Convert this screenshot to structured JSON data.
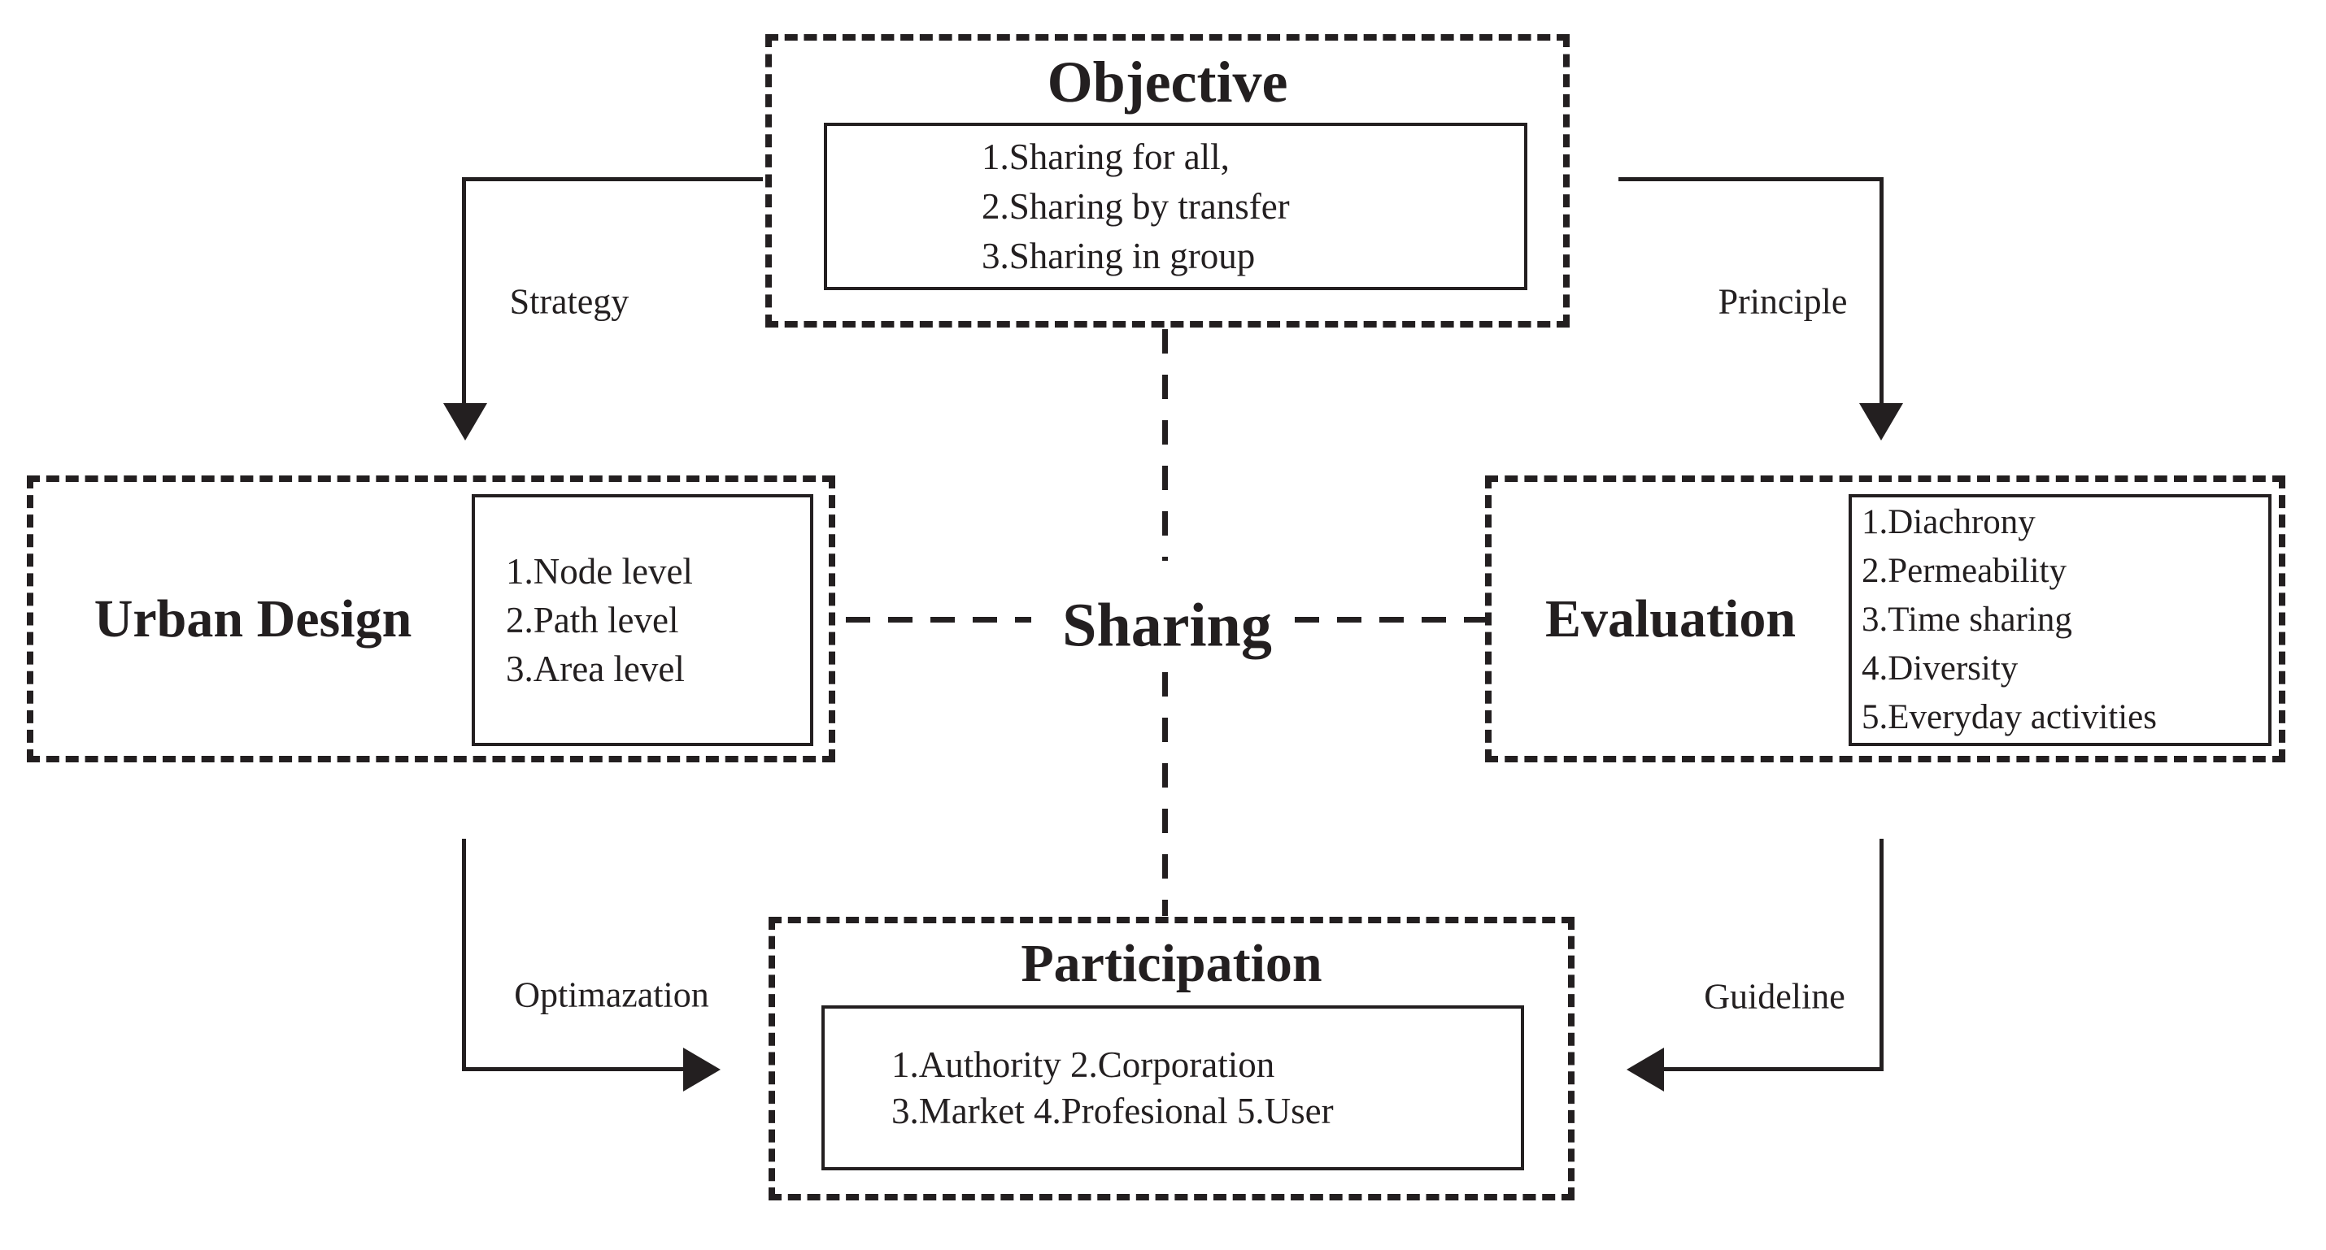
{
  "diagram": {
    "center_label": "Sharing",
    "boxes": {
      "objective": {
        "title": "Objective",
        "items": [
          "1.Sharing for all,",
          "2.Sharing by transfer",
          "3.Sharing in group"
        ]
      },
      "urban_design": {
        "title": "Urban Design",
        "items": [
          "1.Node level",
          "2.Path level",
          "3.Area level"
        ]
      },
      "evaluation": {
        "title": "Evaluation",
        "items": [
          "1.Diachrony",
          "2.Permeability",
          "3.Time sharing",
          "4.Diversity",
          "5.Everyday activities"
        ]
      },
      "participation": {
        "title": "Participation",
        "items": [
          "1.Authority 2.Corporation",
          "3.Market 4.Profesional 5.User"
        ]
      }
    },
    "edge_labels": {
      "strategy": "Strategy",
      "principle": "Principle",
      "optimazation": "Optimazation",
      "guideline": "Guideline"
    },
    "colors": {
      "ink": "#231f20",
      "background": "#ffffff"
    }
  }
}
